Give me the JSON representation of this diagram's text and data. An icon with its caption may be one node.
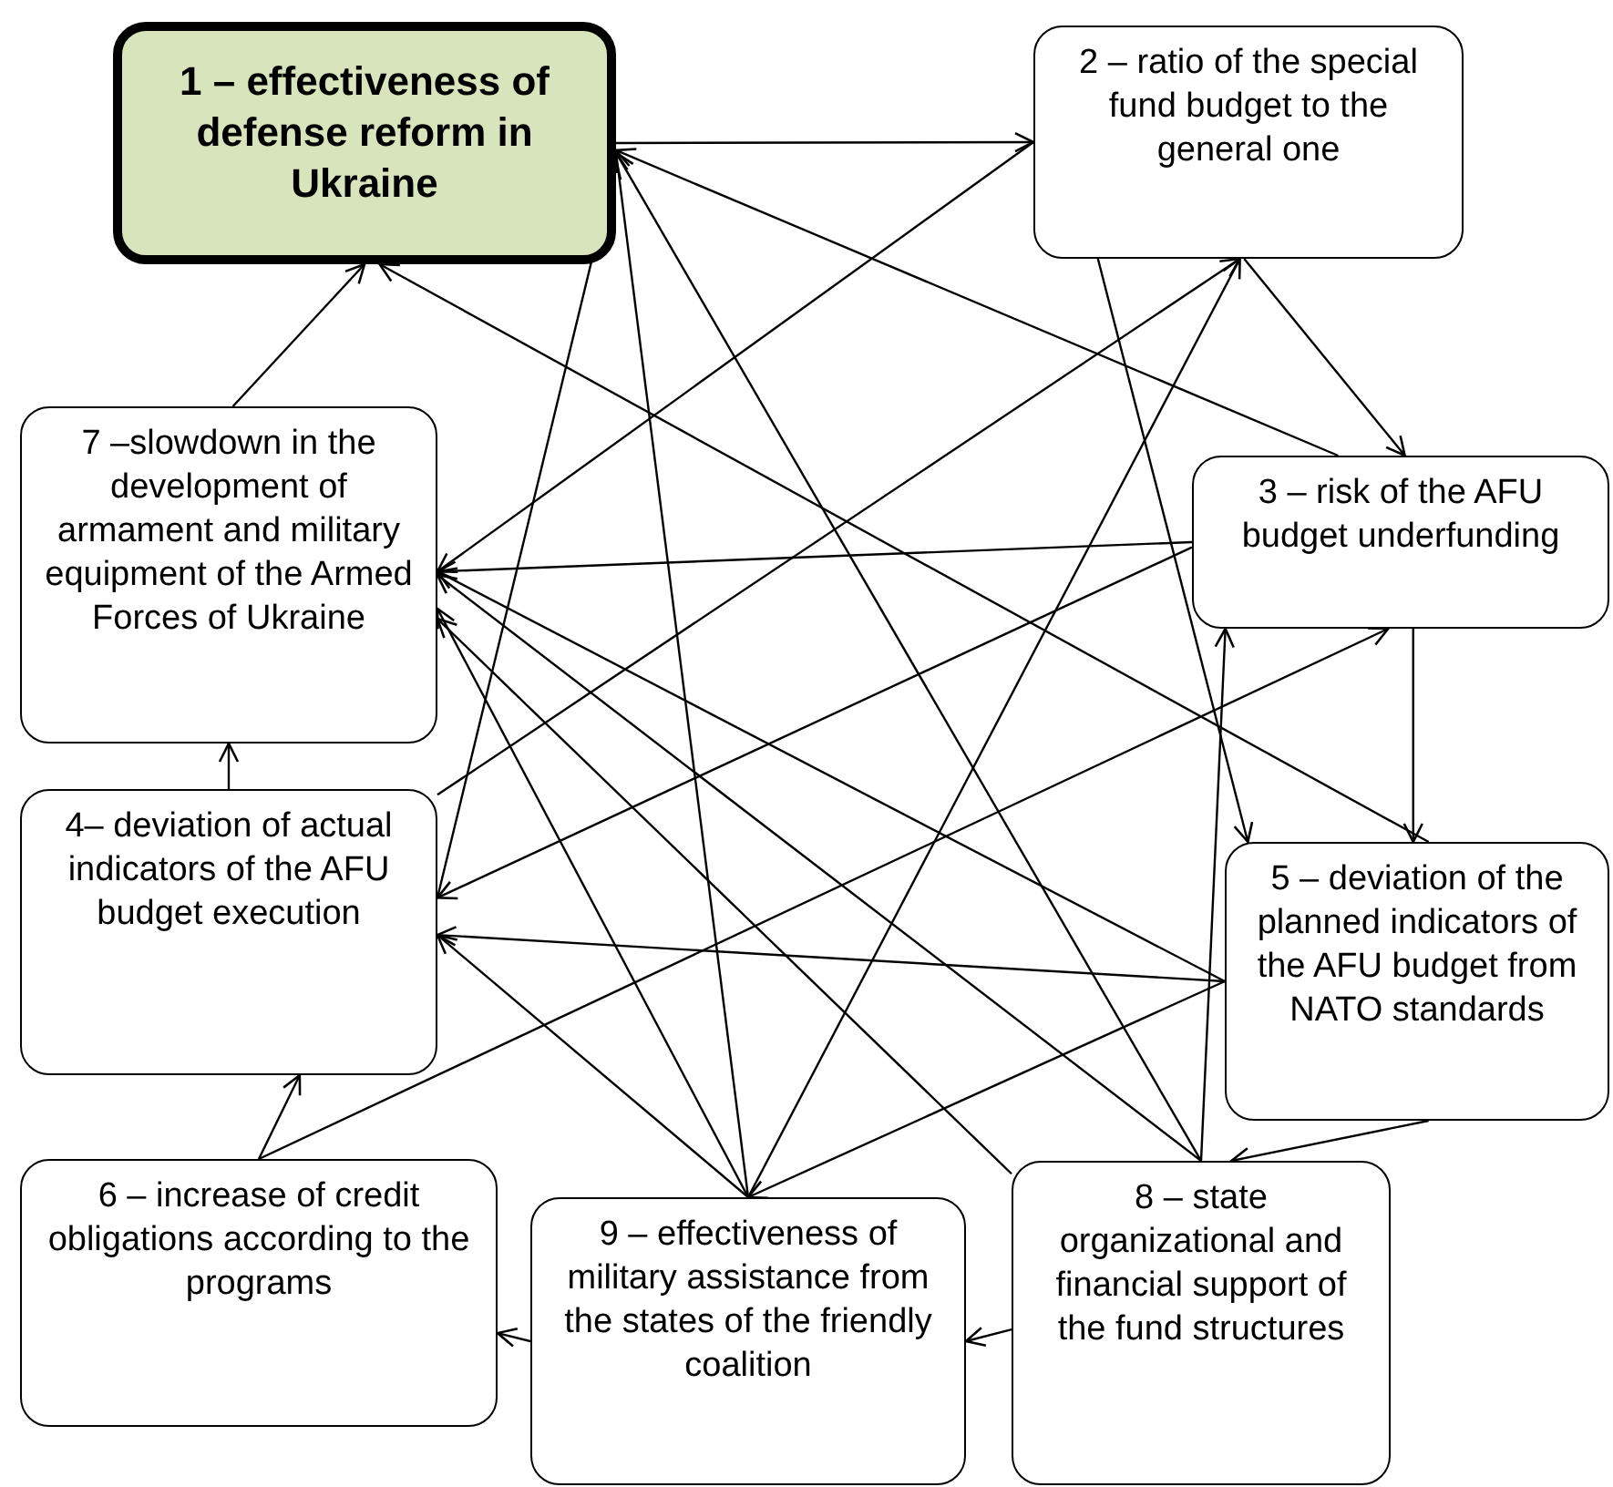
{
  "diagram": {
    "nodes": [
      {
        "text": [
          "1 – effectiveness of defense reform in Ukraine"
        ]
      },
      {
        "text": [
          "2 – ratio of the special fund budget to the general one"
        ]
      },
      {
        "text": [
          "3 – risk of the AFU budget underfunding"
        ]
      },
      {
        "text": [
          "4– deviation of actual indicators of the AFU budget execution"
        ]
      },
      {
        "text": [
          "5 – deviation of the planned indicators of the AFU budget from NATO standards"
        ]
      },
      {
        "text": [
          "6 – increase of credit obligations according to the programs"
        ]
      },
      {
        "text": [
          "7 –slowdown in the development of armament and military equipment of the Armed Forces of Ukraine"
        ]
      },
      {
        "text": [
          "8 – state organizational and financial support of the fund structures"
        ]
      },
      {
        "text": [
          "9 – effectiveness of military assistance from the states of the friendly coalition"
        ]
      }
    ],
    "edges": [
      {
        "from": 6,
        "to": 0,
        "arrow": "to"
      },
      {
        "from": 0,
        "to": 1,
        "arrow": "to"
      },
      {
        "from": 2,
        "to": 0,
        "arrow": "to"
      },
      {
        "from": 4,
        "to": 0,
        "arrow": "to"
      },
      {
        "from": 7,
        "to": 0,
        "arrow": "to"
      },
      {
        "from": 8,
        "to": 0,
        "arrow": "to"
      },
      {
        "from": 3,
        "to": 0,
        "arrow": "to"
      },
      {
        "from": 1,
        "to": 6,
        "arrow": "to"
      },
      {
        "from": 2,
        "to": 6,
        "arrow": "to"
      },
      {
        "from": 4,
        "to": 6,
        "arrow": "to"
      },
      {
        "from": 7,
        "to": 6,
        "arrow": "to"
      },
      {
        "from": 8,
        "to": 6,
        "arrow": "to"
      },
      {
        "from": 3,
        "to": 6,
        "arrow": "to"
      },
      {
        "from": 3,
        "to": 1,
        "arrow": "to"
      },
      {
        "from": 8,
        "to": 1,
        "arrow": "to"
      },
      {
        "from": 1,
        "to": 2,
        "arrow": "to"
      },
      {
        "from": 1,
        "to": 4,
        "arrow": "to"
      },
      {
        "from": 2,
        "to": 4,
        "arrow": "to"
      },
      {
        "from": 2,
        "to": 3,
        "arrow": "to"
      },
      {
        "from": 4,
        "to": 3,
        "arrow": "to"
      },
      {
        "from": 8,
        "to": 3,
        "arrow": "to"
      },
      {
        "from": 5,
        "to": 3,
        "arrow": "to"
      },
      {
        "from": 5,
        "to": 2,
        "arrow": "to"
      },
      {
        "from": 7,
        "to": 2,
        "arrow": "to"
      },
      {
        "from": 4,
        "to": 7,
        "arrow": "to"
      },
      {
        "from": 7,
        "to": 8,
        "arrow": "to"
      },
      {
        "from": 8,
        "to": 5,
        "arrow": "to"
      },
      {
        "from": 4,
        "to": 8,
        "arrow": "to"
      },
      {
        "from": 7,
        "to": 6,
        "arrow": "to"
      }
    ]
  }
}
